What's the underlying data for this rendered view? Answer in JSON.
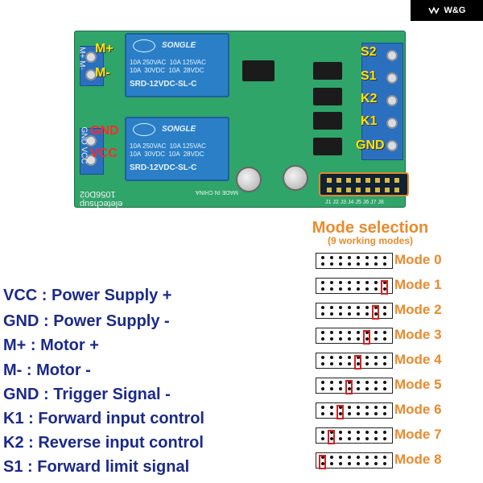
{
  "badge": {
    "text": "W&G",
    "icon": "wifi-bars-icon"
  },
  "pcb": {
    "relay_brand": "SONGLE",
    "relay_spec": "10A 250VAC  10A 125VAC\n10A  30VDC  10A  28VDC",
    "relay_model": "SRD-12VDC-SL-C",
    "board_id": "1056D02",
    "site": "eletechsup",
    "made_in": "MADE IN CHINA",
    "left_top_silk": "M+ M-",
    "left_bottom_silk": "GND VCC",
    "header_silk": "J1 J2 J3 J4 J5 J6 J7 J8",
    "labels_left_top": [
      "M+",
      "M-"
    ],
    "labels_left_bottom": [
      "GND",
      "VCC"
    ],
    "labels_right": [
      "S2",
      "S1",
      "K2",
      "K1",
      "GND"
    ]
  },
  "legend": [
    "VCC : Power Supply +",
    "GND : Power Supply -",
    "M+   : Motor +",
    "M-    : Motor -",
    "GND : Trigger Signal -",
    "K1    :  Forward input control",
    "K2    :  Reverse input control",
    "S1   : Forward limit signal"
  ],
  "modes": {
    "title": "Mode selection",
    "subtitle": "(9 working modes)",
    "items": [
      {
        "label": "Mode 0",
        "jumper": null
      },
      {
        "label": "Mode 1",
        "jumper": 7
      },
      {
        "label": "Mode 2",
        "jumper": 6
      },
      {
        "label": "Mode 3",
        "jumper": 5
      },
      {
        "label": "Mode 4",
        "jumper": 4
      },
      {
        "label": "Mode 5",
        "jumper": 3
      },
      {
        "label": "Mode 6",
        "jumper": 2
      },
      {
        "label": "Mode 7",
        "jumper": 1
      },
      {
        "label": "Mode 8",
        "jumper": 0
      }
    ]
  },
  "colors": {
    "legend": "#1b2a8a",
    "mode_text": "#ea8a2d",
    "jumper": "#d42020",
    "pcb": "#2fa56a",
    "relay": "#2a7fc7"
  }
}
